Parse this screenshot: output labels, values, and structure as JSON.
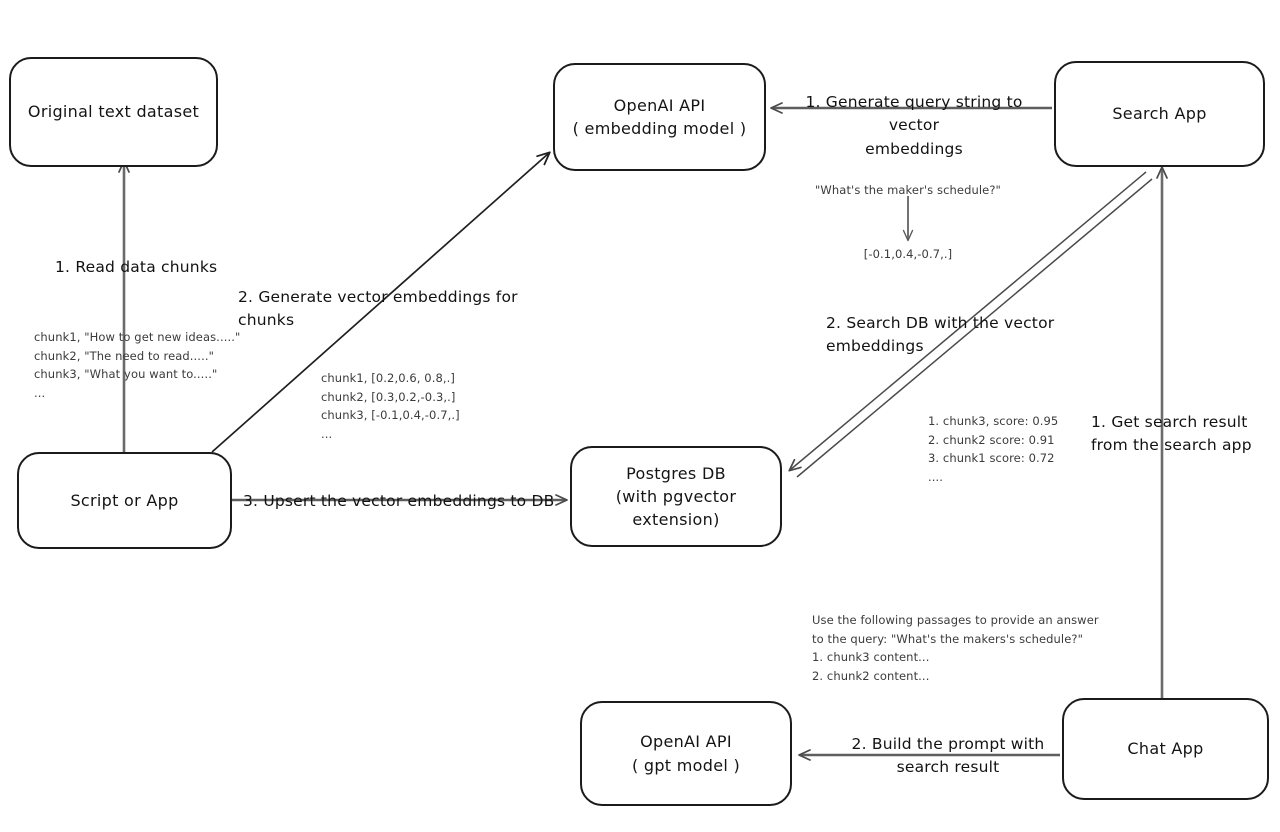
{
  "diagram": {
    "title": "Vector search RAG architecture",
    "background_color": "#ffffff",
    "stroke_color": "#1b1b1b",
    "text_color": "#141414",
    "note_color": "#3b3b3b"
  },
  "nodes": {
    "original_dataset": {
      "label": "Original text dataset"
    },
    "script_or_app": {
      "label": "Script or App"
    },
    "openai_embedding": {
      "line1": "OpenAI API",
      "line2": "( embedding model )"
    },
    "postgres_db": {
      "line1": "Postgres DB",
      "line2": "(with pgvector extension)"
    },
    "search_app": {
      "label": "Search App"
    },
    "chat_app": {
      "label": "Chat App"
    },
    "openai_gpt": {
      "line1": "OpenAI API",
      "line2": "( gpt model )"
    }
  },
  "edges": {
    "read_chunks": {
      "label": "1. Read data chunks"
    },
    "generate_embeddings": {
      "label": "2. Generate vector embeddings for chunks"
    },
    "upsert_embeddings": {
      "label": "3. Upsert the vector embeddings  to DB"
    },
    "generate_query_embeddings": {
      "label": "1. Generate query string to vector\nembeddings"
    },
    "search_db": {
      "label": "2. Search DB with the vector embeddings"
    },
    "get_search_result": {
      "label": "1. Get search result\nfrom the search app"
    },
    "build_prompt": {
      "label": "2. Build the prompt with\nsearch result"
    }
  },
  "notes": {
    "source_chunks": "chunk1, \"How to get new ideas.....\"\nchunk2, \"The need to read.....\"\nchunk3, \"What you want to.....\"\n...",
    "chunk_vectors": "chunk1, [0.2,0.6, 0.8,.]\nchunk2, [0.3,0.2,-0.3,.]\nchunk3, [-0.1,0.4,-0.7,.]\n...",
    "query_string": "\"What's the maker's schedule?\"",
    "query_vector": "[-0.1,0.4,-0.7,.]",
    "search_results": "1. chunk3, score: 0.95\n2. chunk2 score: 0.91\n3. chunk1 score: 0.72\n....",
    "prompt_text": "Use the following passages to provide an answer\nto the query: \"What's the makers's schedule?\"\n1. chunk3 content...\n2. chunk2 content..."
  }
}
